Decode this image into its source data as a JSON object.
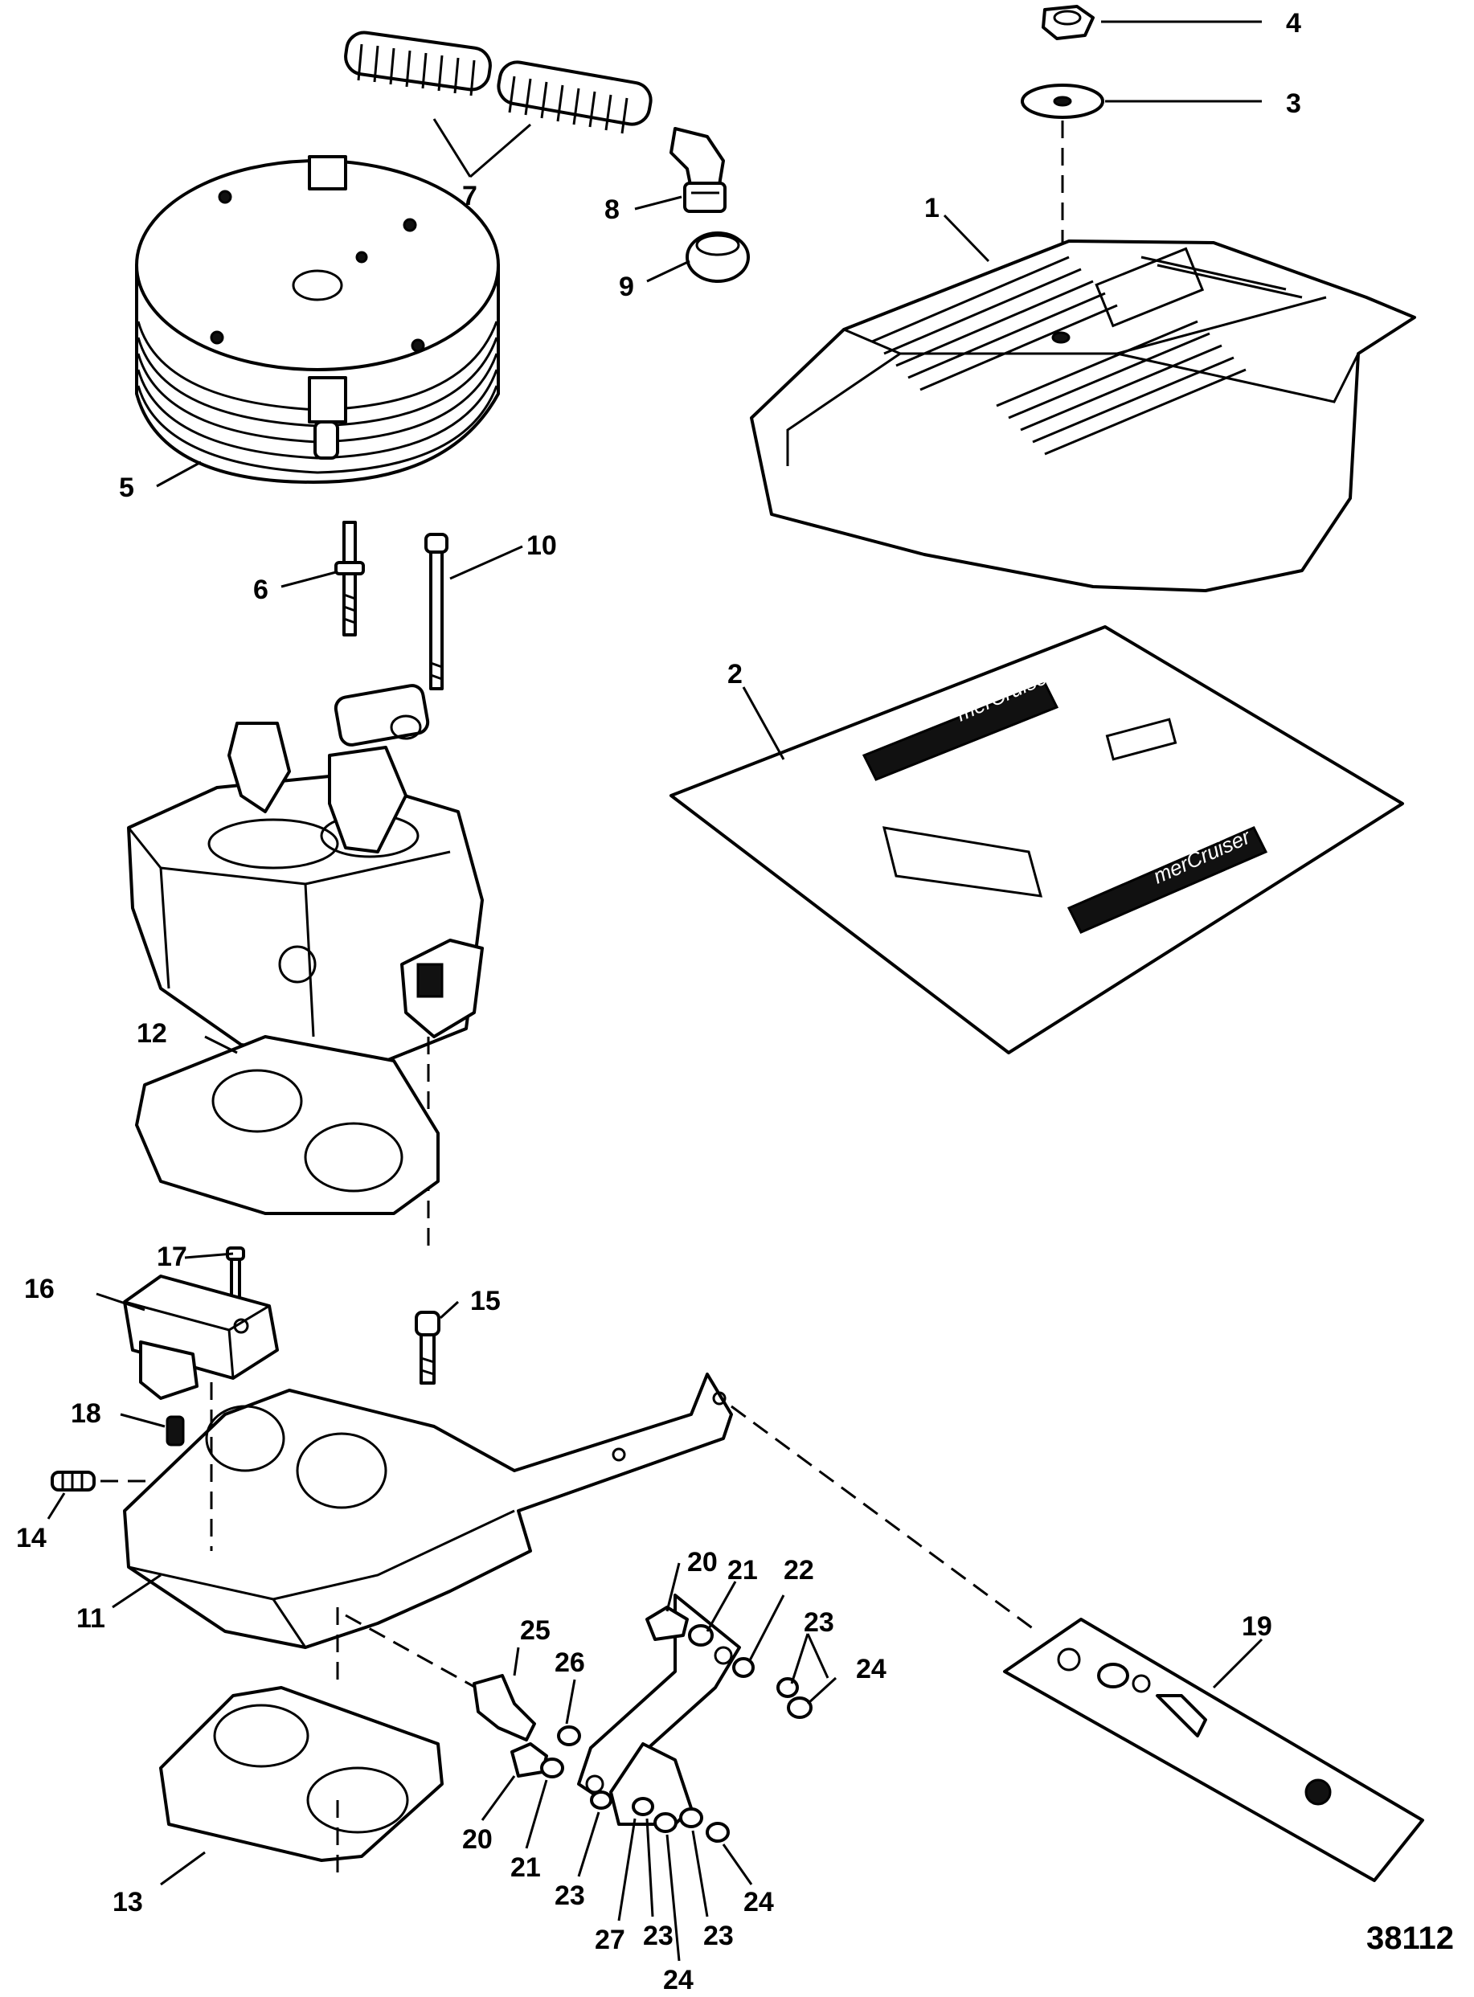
{
  "diagram": {
    "figure_number": "38112",
    "callouts": [
      {
        "id": "c1",
        "label": "1"
      },
      {
        "id": "c2",
        "label": "2"
      },
      {
        "id": "c3",
        "label": "3"
      },
      {
        "id": "c4",
        "label": "4"
      },
      {
        "id": "c5",
        "label": "5"
      },
      {
        "id": "c6",
        "label": "6"
      },
      {
        "id": "c7",
        "label": "7"
      },
      {
        "id": "c8",
        "label": "8"
      },
      {
        "id": "c9",
        "label": "9"
      },
      {
        "id": "c10",
        "label": "10"
      },
      {
        "id": "c11",
        "label": "11"
      },
      {
        "id": "c12",
        "label": "12"
      },
      {
        "id": "c13",
        "label": "13"
      },
      {
        "id": "c14",
        "label": "14"
      },
      {
        "id": "c15",
        "label": "15"
      },
      {
        "id": "c16",
        "label": "16"
      },
      {
        "id": "c17",
        "label": "17"
      },
      {
        "id": "c18",
        "label": "18"
      },
      {
        "id": "c19",
        "label": "19"
      },
      {
        "id": "c20a",
        "label": "20"
      },
      {
        "id": "c20b",
        "label": "20"
      },
      {
        "id": "c21a",
        "label": "21"
      },
      {
        "id": "c21b",
        "label": "21"
      },
      {
        "id": "c22",
        "label": "22"
      },
      {
        "id": "c23a",
        "label": "23"
      },
      {
        "id": "c23b",
        "label": "23"
      },
      {
        "id": "c23c",
        "label": "23"
      },
      {
        "id": "c23d",
        "label": "23"
      },
      {
        "id": "c24a",
        "label": "24"
      },
      {
        "id": "c24b",
        "label": "24"
      },
      {
        "id": "c24c",
        "label": "24"
      },
      {
        "id": "c25",
        "label": "25"
      },
      {
        "id": "c26",
        "label": "26"
      },
      {
        "id": "c27",
        "label": "27"
      }
    ],
    "decal_brand_text": "merCruiser"
  }
}
